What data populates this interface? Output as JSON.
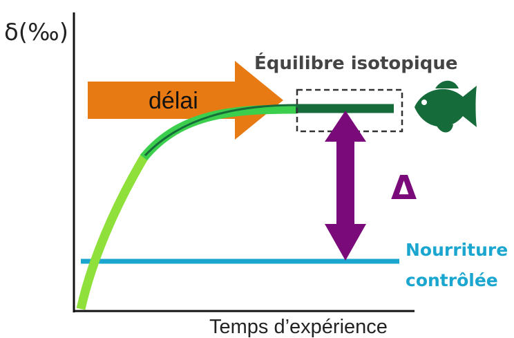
{
  "labels": {
    "y_axis": "δ(‰)",
    "x_axis": "Temps d’expérience",
    "equilibrium": "Équilibre isotopique",
    "delay": "délai",
    "delta": "Δ",
    "food_line1": "Nourriture",
    "food_line2": "contrôlée"
  },
  "colors": {
    "axis": "#111111",
    "delay_arrow": "#e87a14",
    "curve_light": "#8fe03a",
    "curve_mid": "#3ccf4e",
    "curve_dark": "#166b3a",
    "delta_arrow": "#7a0a7a",
    "food_line": "#1aa6cf",
    "food_text": "#1aa6cf",
    "equilibrium_text": "#444444",
    "fish": "#166b3a"
  },
  "icons": {
    "fish": "fish-icon",
    "delta_arrow": "double-arrow-vertical"
  }
}
